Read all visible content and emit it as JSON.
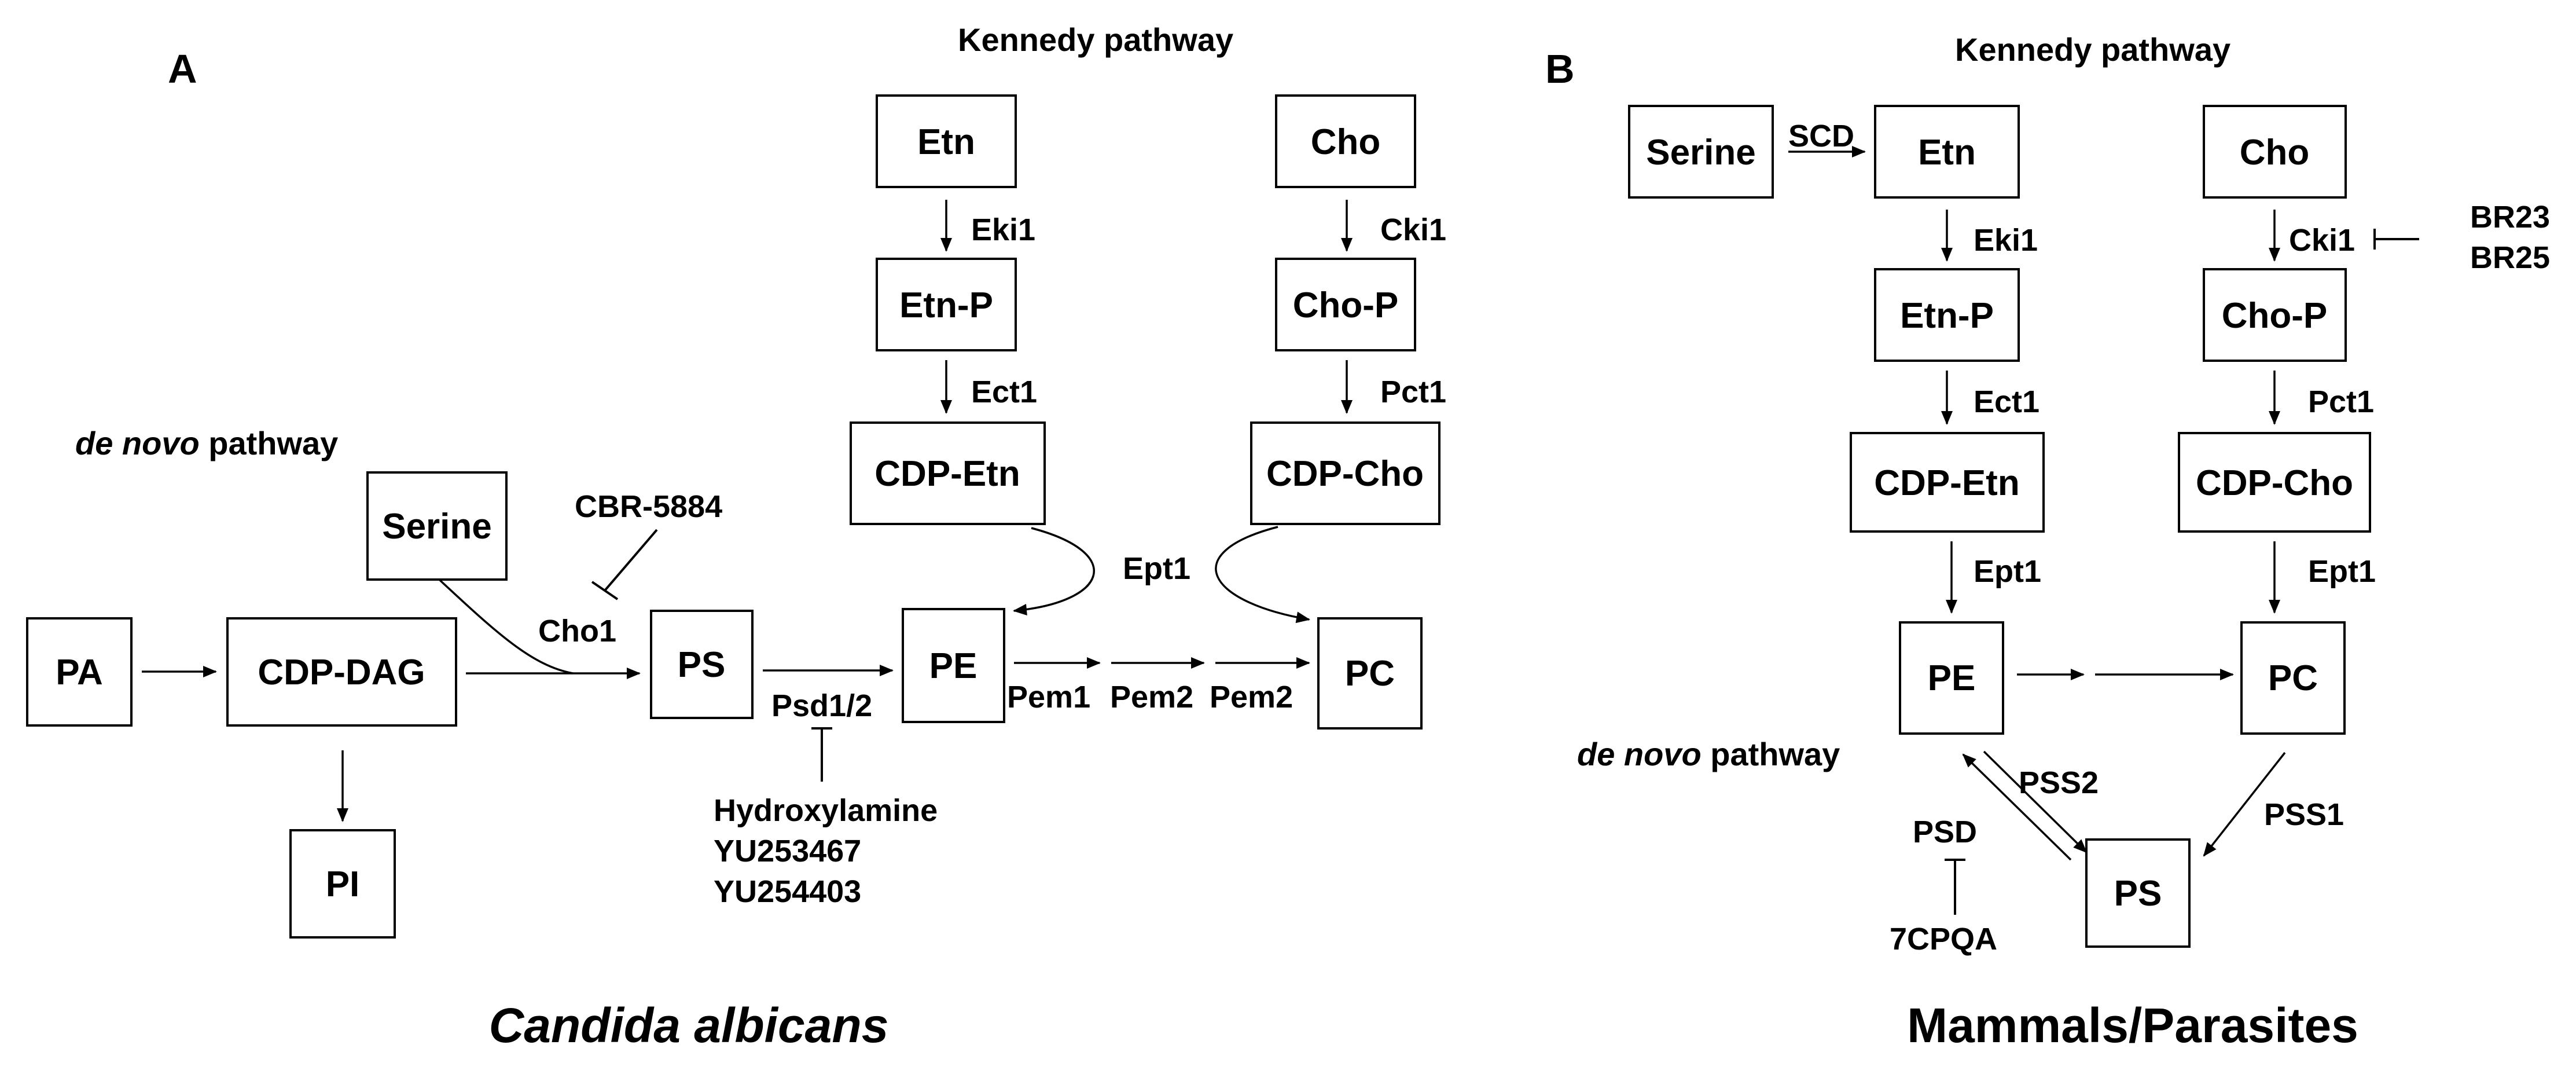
{
  "panel_a": {
    "label": "A",
    "kennedy_title": "Kennedy pathway",
    "de_novo_italic": "de novo",
    "de_novo_rest": " pathway",
    "organism": "Candida albicans",
    "boxes": {
      "pa": "PA",
      "cdp_dag": "CDP-DAG",
      "pi": "PI",
      "serine": "Serine",
      "ps": "PS",
      "pe": "PE",
      "pc": "PC",
      "etn": "Etn",
      "etn_p": "Etn-P",
      "cdp_etn": "CDP-Etn",
      "cho": "Cho",
      "cho_p": "Cho-P",
      "cdp_cho": "CDP-Cho"
    },
    "enzymes": {
      "eki1": "Eki1",
      "ect1": "Ect1",
      "cki1": "Cki1",
      "pct1": "Pct1",
      "ept1": "Ept1",
      "cho1": "Cho1",
      "psd": "Psd1/2",
      "pem1": "Pem1",
      "pem2_a": "Pem2",
      "pem2_b": "Pem2"
    },
    "inhibitors": {
      "cbr": "CBR-5884",
      "hydroxylamine": "Hydroxylamine",
      "yu1": "YU253467",
      "yu2": "YU254403"
    }
  },
  "panel_b": {
    "label": "B",
    "kennedy_title": "Kennedy pathway",
    "de_novo_italic": "de novo",
    "de_novo_rest": " pathway",
    "organism": "Mammals/Parasites",
    "boxes": {
      "serine": "Serine",
      "etn": "Etn",
      "etn_p": "Etn-P",
      "cdp_etn": "CDP-Etn",
      "cho": "Cho",
      "cho_p": "Cho-P",
      "cdp_cho": "CDP-Cho",
      "pe": "PE",
      "pc": "PC",
      "ps": "PS"
    },
    "enzymes": {
      "scd": "SCD",
      "eki1": "Eki1",
      "ect1": "Ect1",
      "cki1": "Cki1",
      "pct1": "Pct1",
      "ept1_a": "Ept1",
      "ept1_b": "Ept1",
      "pss2": "PSS2",
      "pss1": "PSS1",
      "psd": "PSD"
    },
    "inhibitors": {
      "br23": "BR23",
      "br25": "BR25",
      "cpqa": "7CPQA"
    }
  }
}
